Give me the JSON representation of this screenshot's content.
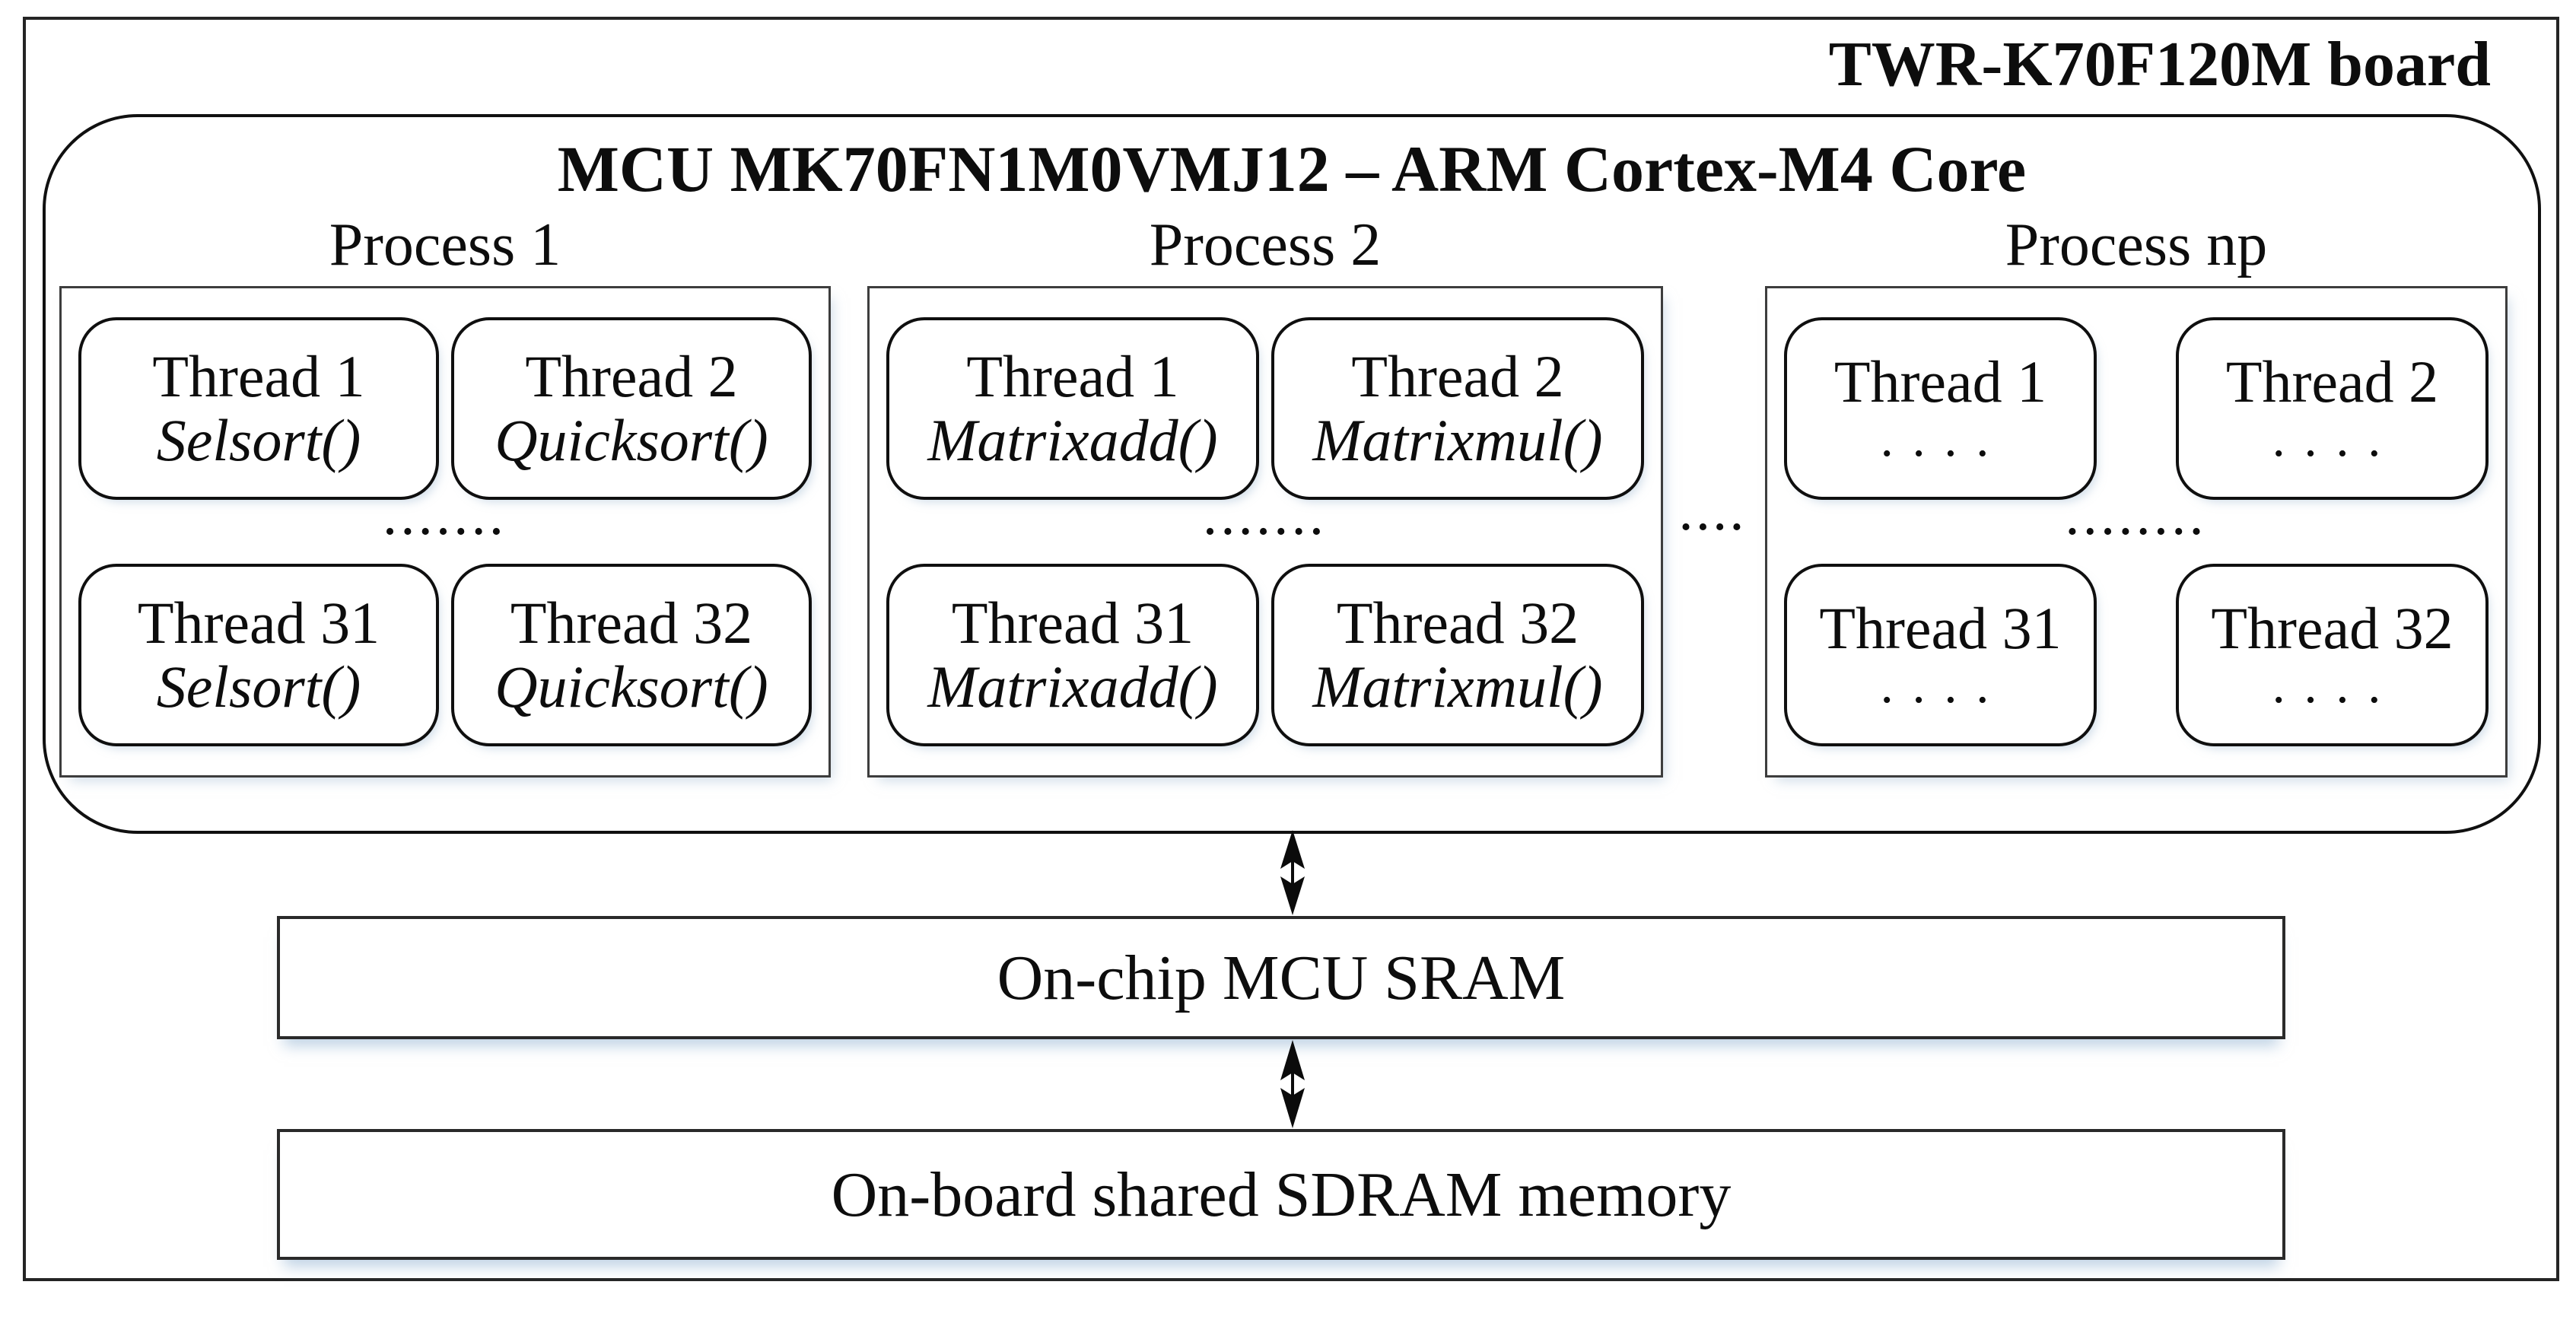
{
  "board": {
    "title": "TWR-K70F120M board"
  },
  "mcu": {
    "title": "MCU MK70FN1M0VMJ12 – ARM Cortex-M4 Core"
  },
  "processes": [
    {
      "label": "Process 1",
      "row_dots": "•••••••",
      "threads": [
        {
          "name": "Thread 1",
          "sub": "Selsort()"
        },
        {
          "name": "Thread 2",
          "sub": "Quicksort()"
        },
        {
          "name": "Thread 31",
          "sub": "Selsort()"
        },
        {
          "name": "Thread 32",
          "sub": "Quicksort()"
        }
      ]
    },
    {
      "label": "Process 2",
      "row_dots": "•••••••",
      "threads": [
        {
          "name": "Thread 1",
          "sub": "Matrixadd()"
        },
        {
          "name": "Thread 2",
          "sub": "Matrixmul()"
        },
        {
          "name": "Thread 31",
          "sub": "Matrixadd()"
        },
        {
          "name": "Thread 32",
          "sub": "Matrixmul()"
        }
      ]
    },
    {
      "label": "Process np",
      "row_dots": "••••••••",
      "threads": [
        {
          "name": "Thread 1",
          "sub": "••••"
        },
        {
          "name": "Thread 2",
          "sub": "••••"
        },
        {
          "name": "Thread 31",
          "sub": "••••"
        },
        {
          "name": "Thread 32",
          "sub": "••••"
        }
      ]
    }
  ],
  "process_gap_dots": "••••",
  "memory": {
    "sram": "On-chip MCU SRAM",
    "sdram": "On-board shared SDRAM memory"
  },
  "icons": {
    "arrow_mcu_sram": "bidirectional-arrow",
    "arrow_sram_sdram": "bidirectional-arrow"
  },
  "colors": {
    "line": "#111111",
    "background": "#ffffff",
    "shadow_tint": "#cfdded"
  }
}
